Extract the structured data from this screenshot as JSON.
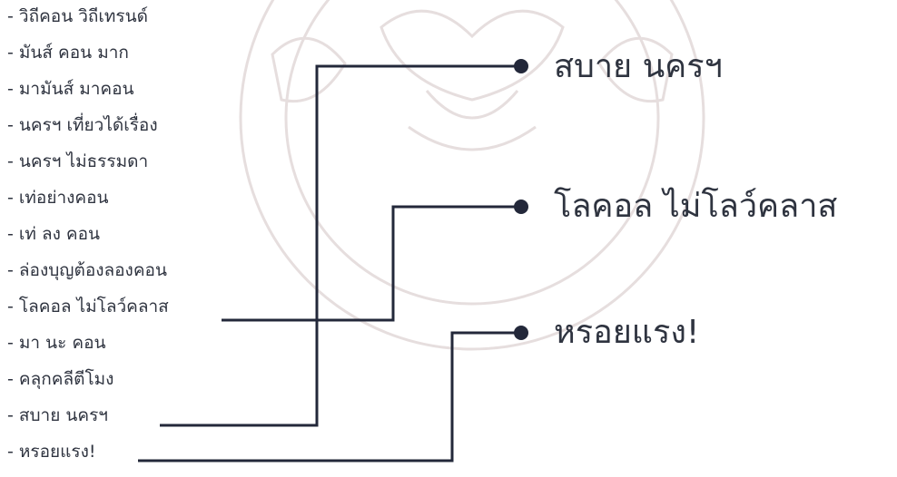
{
  "candidates": [
    "- วิถีคอน วิถีเทรนด์",
    "- มันส์ คอน มาก",
    "- มามันส์ มาคอน",
    "- นครฯ เที่ยวได้เรื่อง",
    "- นครฯ ไม่ธรรมดา",
    "- เท่อย่างคอน",
    "- เท่ ลง คอน",
    "- ล่องบุญต้องลองคอน",
    "- โลคอล ไม่โลว์คลาส",
    "- มา นะ คอน",
    "- คลุกคลีตีโมง",
    "- สบาย นครฯ",
    "- หรอยแรง!"
  ],
  "selected": [
    "สบาย นครฯ",
    "โลคอล ไม่โลว์คลาส",
    "หรอยแรง!"
  ],
  "colors": {
    "text": "#2f3440",
    "line": "#23283a",
    "watermark": "#e3dada"
  },
  "watermark_icon": "university-seal"
}
